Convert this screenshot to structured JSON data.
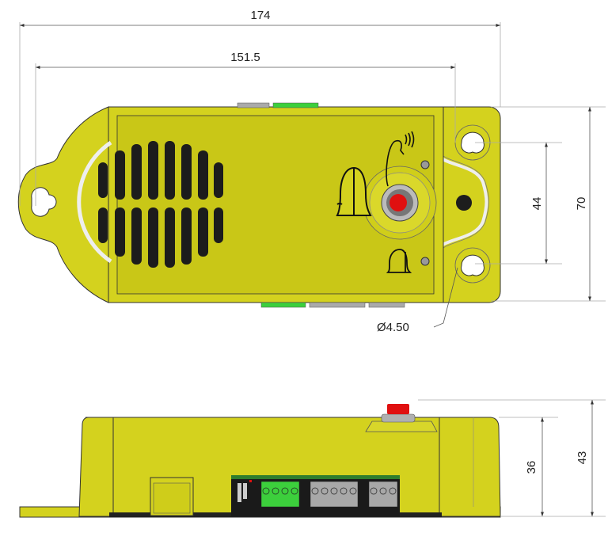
{
  "drawing": {
    "top_view": {
      "dimensions": {
        "overall_length": "174",
        "mounting_hole_spacing_length": "151.5",
        "mounting_hole_spacing_height": "44",
        "overall_height": "70",
        "hole_diameter": "Ø4.50"
      }
    },
    "side_view": {
      "dimensions": {
        "body_height": "36",
        "overall_height_with_button": "43"
      }
    },
    "colors": {
      "housing": "#d4d21e",
      "button": "#e01010",
      "terminal_green": "#3ccf3c",
      "terminal_grey": "#a8a8a8"
    }
  }
}
